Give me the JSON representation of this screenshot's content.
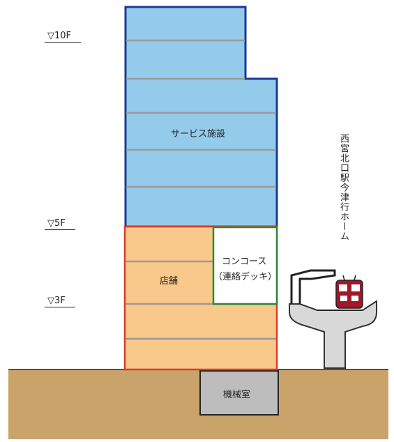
{
  "floor_markers": [
    "▽10F",
    "▽5F",
    "▽3F"
  ],
  "zones": {
    "service": "サービス施設",
    "shop": "店舗",
    "concourse_line1": "コンコース",
    "concourse_line2": "（連絡デッキ）",
    "machine_room": "機械室"
  },
  "platform_label": "西宮北口駅今津行ホーム",
  "colors": {
    "service_fill": "#94cbeb",
    "service_border": "#1a3a9a",
    "shop_fill": "#f8c98a",
    "shop_border": "#e03a2a",
    "concourse_border": "#2a8a3a",
    "ground": "#c9a36a",
    "machine_fill": "#bdbdbd",
    "floor_lines": "#9a9a9a",
    "structure": "#d8d8d8",
    "train": "#a01828"
  }
}
